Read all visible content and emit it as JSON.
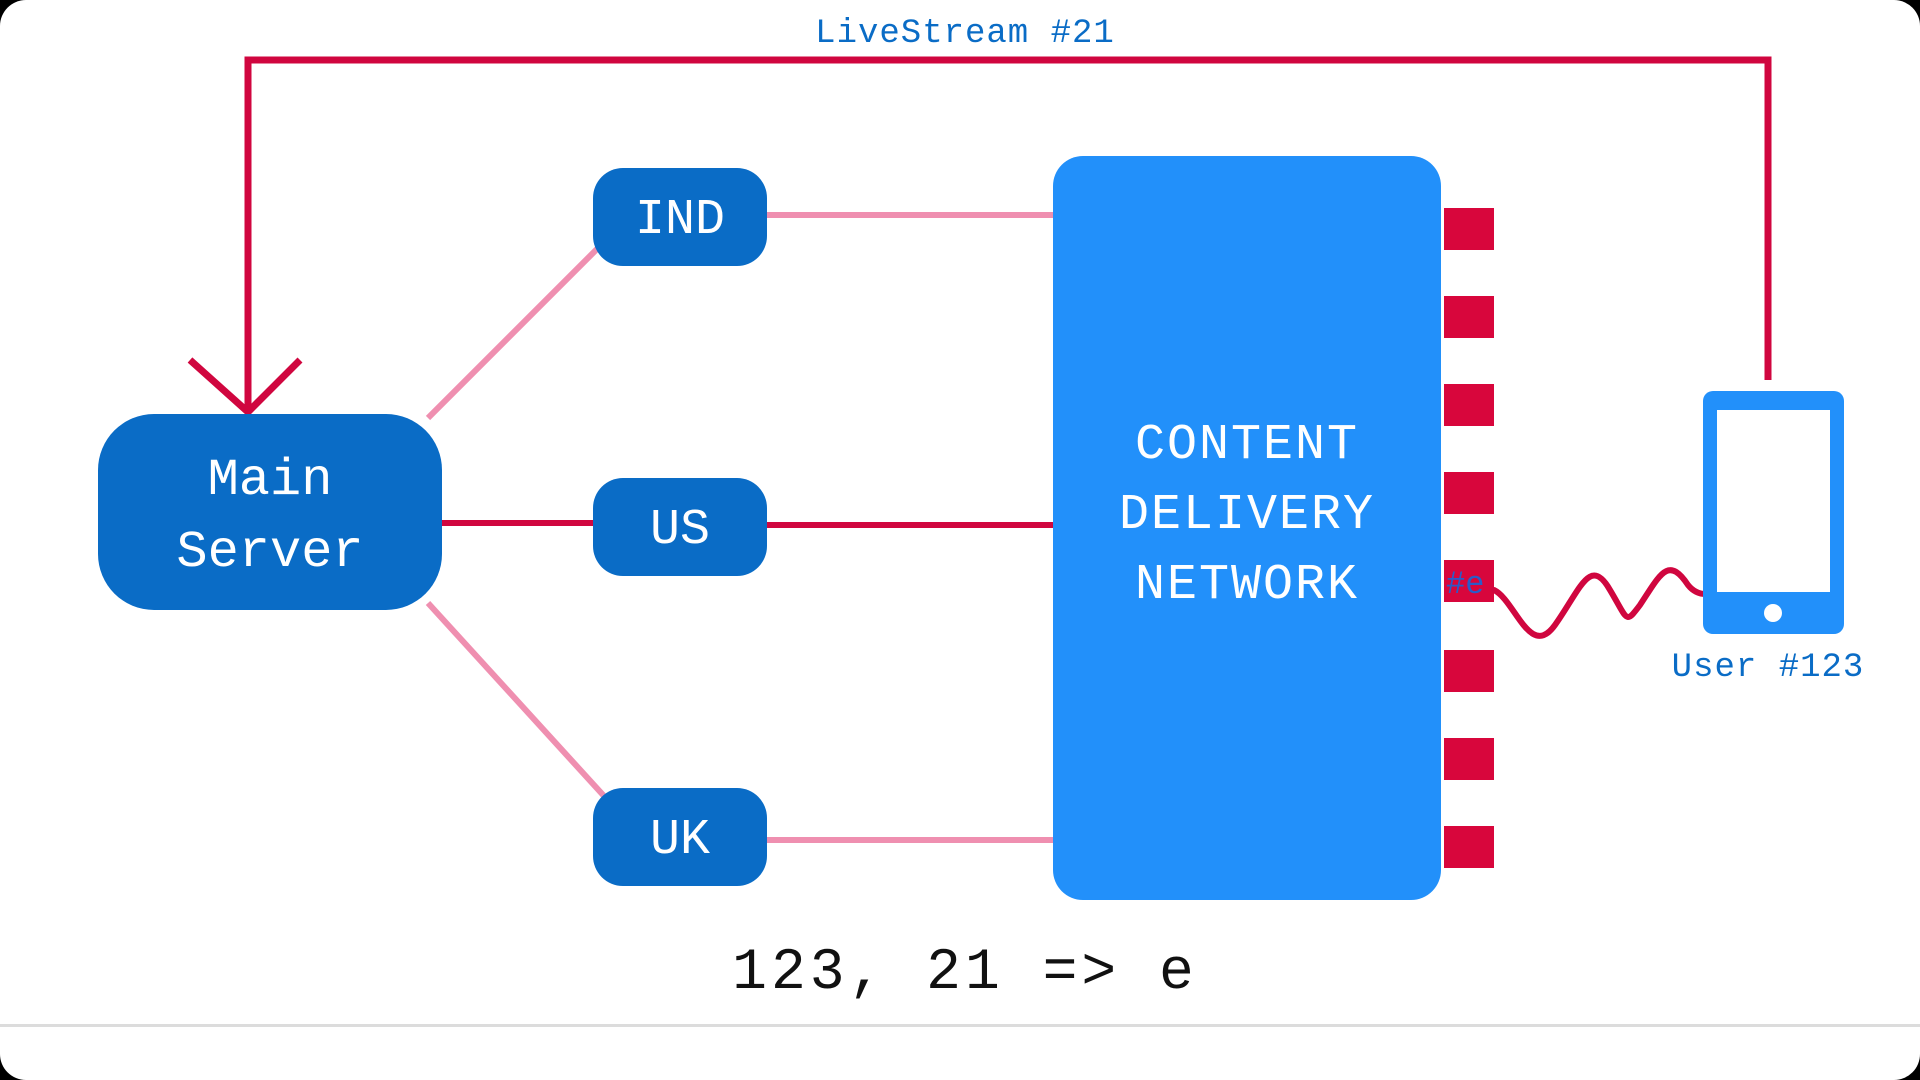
{
  "stream_label": "LiveStream #21",
  "main_server": {
    "line1": "Main",
    "line2": "Server"
  },
  "regions": [
    {
      "label": "IND"
    },
    {
      "label": "US"
    },
    {
      "label": "UK"
    }
  ],
  "cdn": {
    "line1": "CONTENT",
    "line2": "DELIVERY",
    "line3": "NETWORK"
  },
  "port_label": "#e",
  "user_label": "User #123",
  "mapping": "123, 21 => e",
  "colors": {
    "server_blue": "#0a6cc6",
    "cdn_blue": "#2290fa",
    "crimson": "#d0063f",
    "link_pink": "#ef8fb0",
    "port_red": "#d8063c"
  }
}
